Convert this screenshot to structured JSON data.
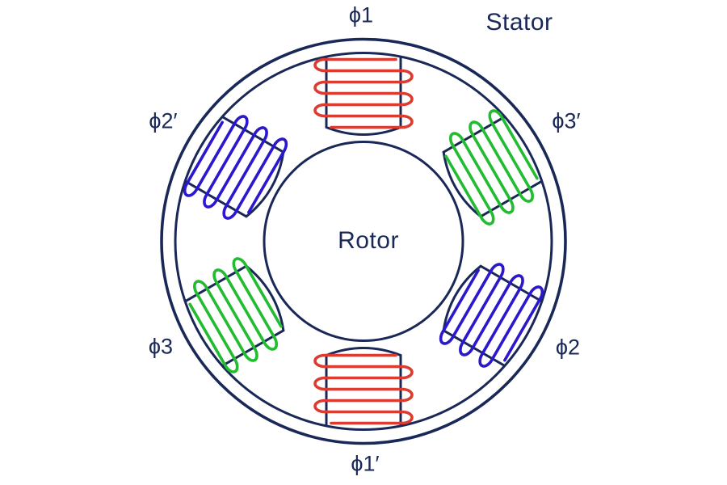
{
  "diagram": {
    "stator_label": "Stator",
    "rotor_label": "Rotor",
    "colors": {
      "outline": "#1a2858",
      "phase_a_red": "#de3b30",
      "phase_b_blue": "#2b17ce",
      "phase_c_green": "#22bc31",
      "background": "#ffffff"
    },
    "coils": [
      {
        "id": "phi1",
        "label": "ϕ1",
        "phase": "phase_a_red",
        "position": "top"
      },
      {
        "id": "phi2p",
        "label": "ϕ2′",
        "phase": "phase_b_blue",
        "position": "upper-left"
      },
      {
        "id": "phi3p",
        "label": "ϕ3′",
        "phase": "phase_c_green",
        "position": "upper-right"
      },
      {
        "id": "phi3",
        "label": "ϕ3",
        "phase": "phase_c_green",
        "position": "lower-left"
      },
      {
        "id": "phi2",
        "label": "ϕ2",
        "phase": "phase_b_blue",
        "position": "lower-right"
      },
      {
        "id": "phi1p",
        "label": "ϕ1′",
        "phase": "phase_a_red",
        "position": "bottom"
      }
    ]
  }
}
